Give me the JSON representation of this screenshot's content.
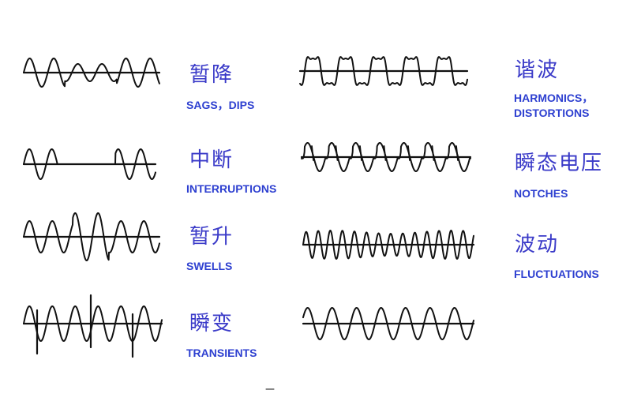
{
  "waveform_items": [
    {
      "key": "sags",
      "cn": "暂降",
      "en": [
        "SAGS，DIPS"
      ]
    },
    {
      "key": "interruptions",
      "cn": "中断",
      "en": [
        "INTERRUPTIONS"
      ]
    },
    {
      "key": "swells",
      "cn": "暂升",
      "en": [
        "SWELLS"
      ]
    },
    {
      "key": "transients",
      "cn": "瞬变",
      "en": [
        "TRANSIENTS"
      ]
    },
    {
      "key": "harmonics",
      "cn": "谐波",
      "en": [
        "HARMONICS，",
        "DISTORTIONS"
      ]
    },
    {
      "key": "notches",
      "cn": "瞬态电压",
      "en": [
        "NOTCHES"
      ]
    },
    {
      "key": "fluctuations",
      "cn": "波动",
      "en": [
        "FLUCTUATIONS"
      ]
    },
    {
      "key": "normal",
      "cn": "",
      "en": []
    }
  ],
  "colors": {
    "label": "#2d3fd0",
    "label_cn": "#3a3ac8",
    "wave": "#111111"
  }
}
